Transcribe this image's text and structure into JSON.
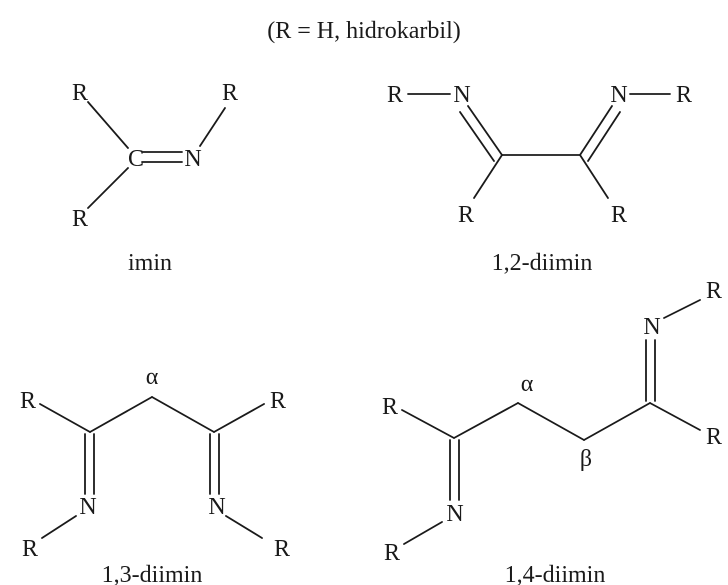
{
  "header": {
    "text": "(R = H, hidrokarbil)"
  },
  "atoms": {
    "r": "R",
    "c": "C",
    "n": "N",
    "alpha": "α",
    "beta": "β"
  },
  "captions": {
    "imin": "imin",
    "diimin12": "1,2-diimin",
    "diimin13": "1,3-diimin",
    "diimin14": "1,4-diimin"
  }
}
